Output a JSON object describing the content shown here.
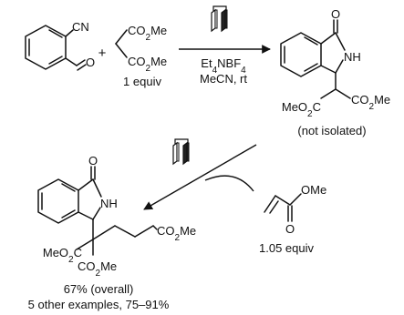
{
  "scheme": {
    "reagent1_cn": "CN",
    "reagent1_o": "O",
    "plus": "+",
    "reagent2_top": "CO2Me",
    "reagent2_bottom": "CO2Me",
    "reagent2_equiv": "1 equiv",
    "conditions_line1": "Et4NBF4",
    "conditions_line2": "MeCN, rt",
    "intermediate_o": "O",
    "intermediate_nh": "NH",
    "intermediate_left_ester": "MeO2C",
    "intermediate_right_ester": "CO2Me",
    "intermediate_note": "(not isolated)",
    "acrylate_ome": "OMe",
    "acrylate_o": "O",
    "acrylate_equiv": "1.05 equiv",
    "product_o": "O",
    "product_nh": "NH",
    "product_chain_ester": "CO2Me",
    "product_left_ester": "MeO2C",
    "product_bottom_ester": "CO2Me",
    "product_yield": "67% (overall)",
    "other_examples": "5 other examples, 75–91%"
  },
  "colors": {
    "ink": "#111111",
    "electrode_dark": "#222222",
    "electrode_light": "#ffffff"
  },
  "icons": [
    "electrode-icon"
  ]
}
